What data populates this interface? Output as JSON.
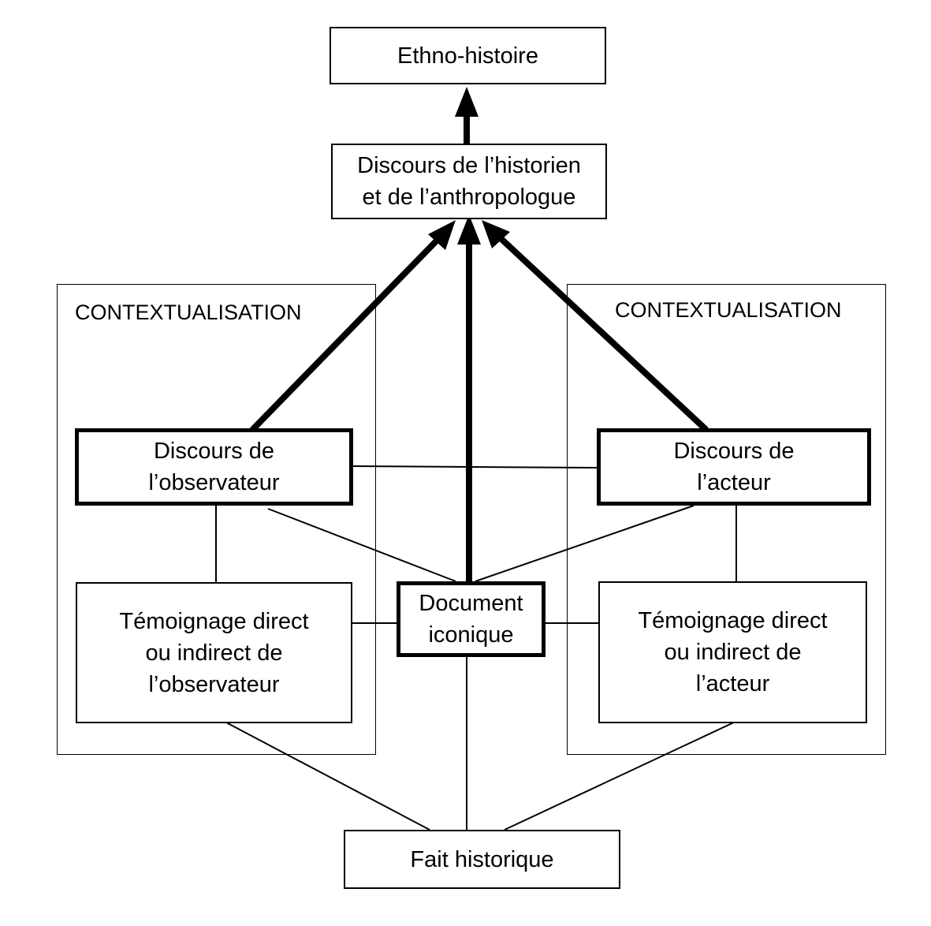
{
  "regions": {
    "left_label": "CONTEXTUALISATION",
    "right_label": "CONTEXTUALISATION"
  },
  "nodes": {
    "ethno": [
      "Ethno-histoire"
    ],
    "historien": [
      "Discours de l’historien",
      "et de  l’anthropologue"
    ],
    "observateur_discours": [
      "Discours de",
      "l’observateur"
    ],
    "acteur_discours": [
      "Discours de",
      "l’acteur"
    ],
    "temoignage_observateur": [
      "Témoignage direct",
      "ou indirect de",
      "l’observateur"
    ],
    "document": [
      "Document",
      "iconique"
    ],
    "temoignage_acteur": [
      "Témoignage direct",
      "ou indirect de",
      "l’acteur"
    ],
    "fait": [
      "Fait historique"
    ]
  }
}
